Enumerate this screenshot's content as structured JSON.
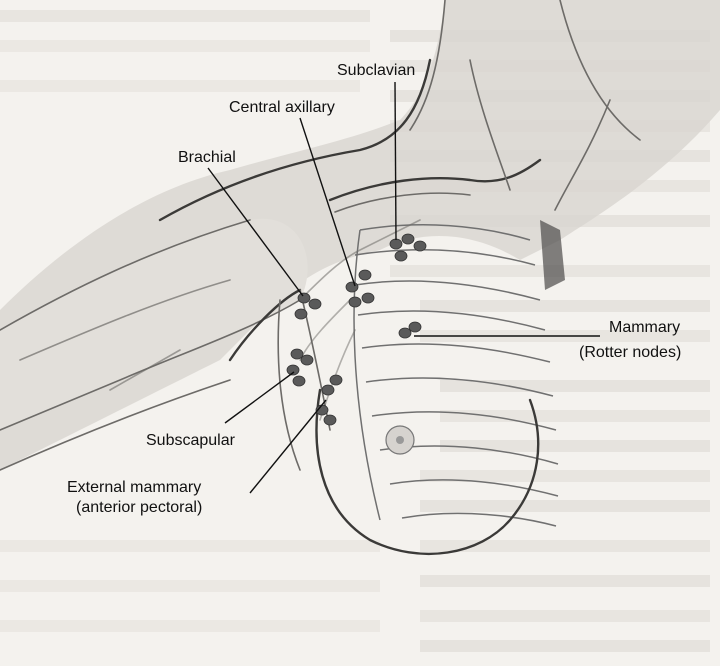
{
  "figure": {
    "labels": {
      "subclavian": "Subclavian",
      "central_axillary": "Central axillary",
      "brachial": "Brachial",
      "mammary": "Mammary",
      "mammary_sub": "(Rotter nodes)",
      "subscapular": "Subscapular",
      "external_mammary": "External mammary",
      "external_mammary_sub": "(anterior pectoral)"
    }
  },
  "colors": {
    "background": "#f4f2ee",
    "skin_shade": "#d9d6d1",
    "line": "#6d6b68",
    "node": "#5a5a5a",
    "label": "#111111"
  }
}
